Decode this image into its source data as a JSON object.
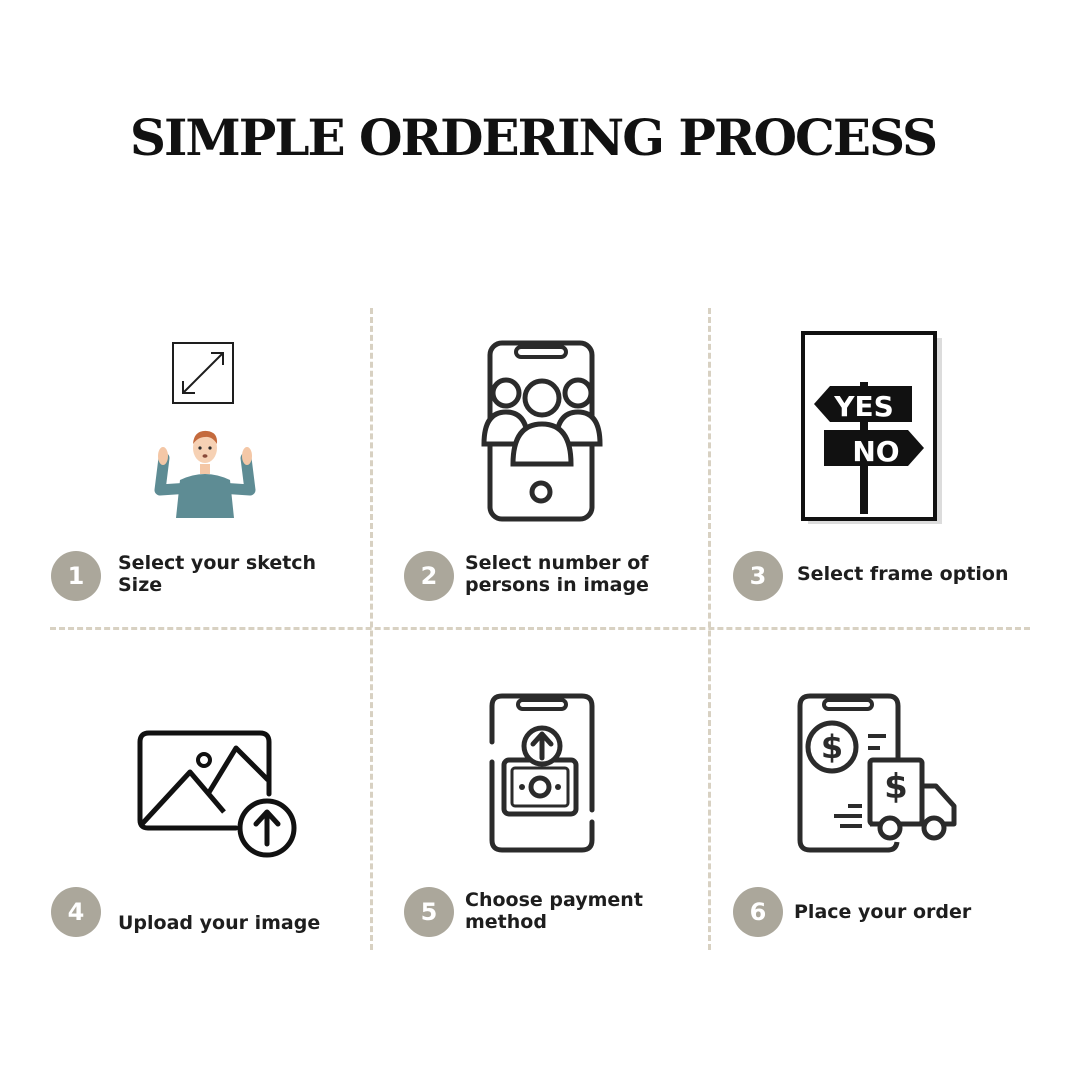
{
  "title": "SIMPLE ORDERING PROCESS",
  "colors": {
    "badge": "#aba79b",
    "divider": "#d8d1c2",
    "icon_stroke": "#2b2b2b"
  },
  "steps": [
    {
      "number": "1",
      "label_lines": [
        "Select your sketch",
        "Size"
      ],
      "icon": "resize-arrows-person-icon"
    },
    {
      "number": "2",
      "label_lines": [
        "Select number of",
        "persons in image"
      ],
      "icon": "phone-group-icon"
    },
    {
      "number": "3",
      "label_lines": [
        "Select frame option"
      ],
      "icon": "framed-signpost-icon"
    },
    {
      "number": "4",
      "label_lines": [
        "Upload your image"
      ],
      "icon": "image-upload-icon"
    },
    {
      "number": "5",
      "label_lines": [
        "Choose payment",
        "method"
      ],
      "icon": "phone-payment-icon"
    },
    {
      "number": "6",
      "label_lines": [
        "Place your order"
      ],
      "icon": "phone-delivery-icon"
    }
  ],
  "frame_sign": {
    "top_text": "YES",
    "bottom_text": "NO"
  }
}
